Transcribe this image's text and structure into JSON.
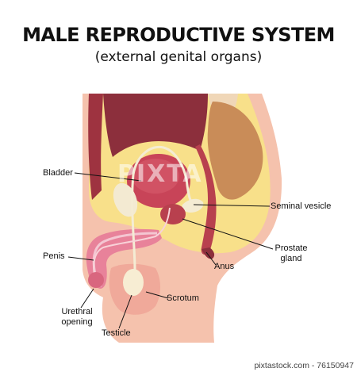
{
  "title": "MALE REPRODUCTIVE SYSTEM",
  "subtitle": "(external genital organs)",
  "labels": {
    "bladder": "Bladder",
    "seminal_vesicle": "Seminal vesicle",
    "prostate": "Prostate\ngland",
    "penis": "Penis",
    "anus": "Anus",
    "scrotum": "Scrotum",
    "urethral_opening": "Urethral\nopening",
    "testicle": "Testicle"
  },
  "watermark": "PIXTA",
  "credit": "pixtastock.com - 76150947",
  "colors": {
    "skin": "#f5c2ad",
    "fat": "#f8e08a",
    "organ": "#a63b46",
    "cavity": "#8c2f3c",
    "bladder": "#c84458",
    "penis": "#e8829a",
    "bowel": "#c98c58",
    "vas": "#f4ecd4"
  }
}
